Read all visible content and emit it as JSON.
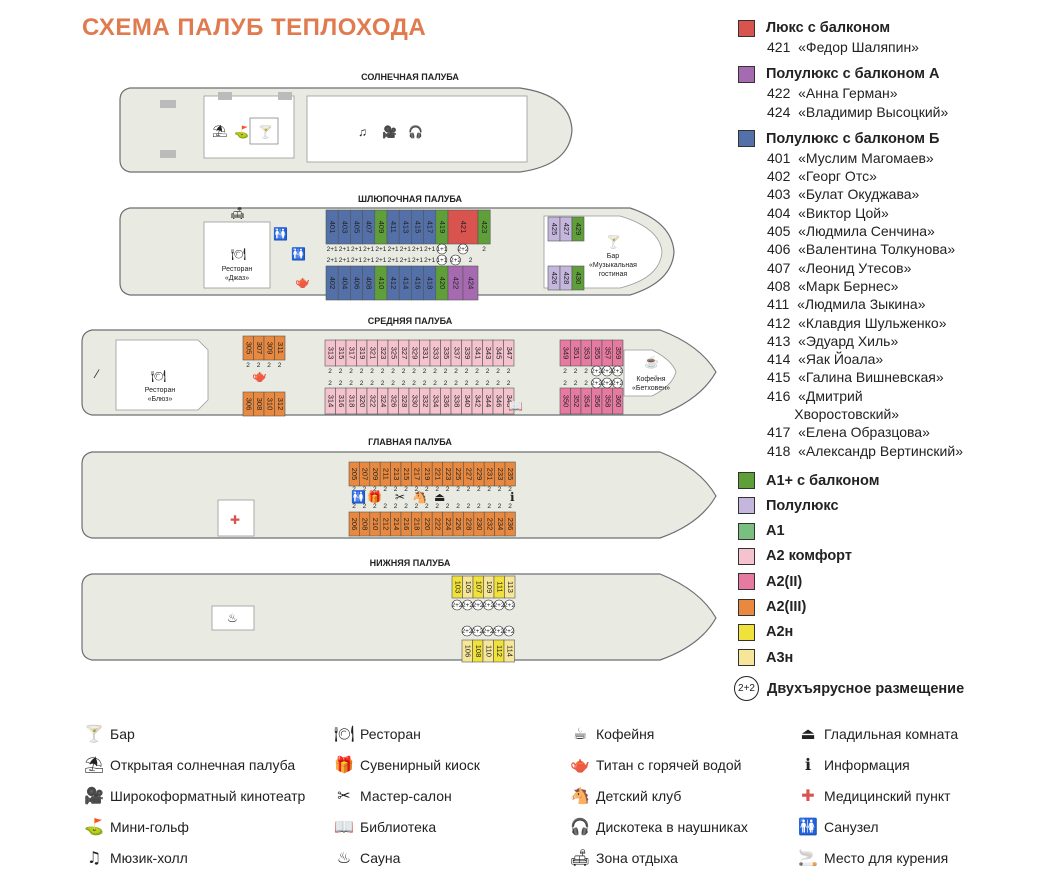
{
  "title": "СХЕМА ПАЛУБ ТЕПЛОХОДА",
  "decks": {
    "sun": "СОЛНЕЧНАЯ ПАЛУБА",
    "boat": "ШЛЮПОЧНАЯ ПАЛУБА",
    "middle": "СРЕДНЯЯ ПАЛУБА",
    "main": "ГЛАВНАЯ ПАЛУБА",
    "lower": "НИЖНЯЯ ПАЛУБА"
  },
  "places": {
    "rest_jazz": [
      "Ресторан",
      "«Джаз»"
    ],
    "bar_music": [
      "Бар",
      "«Музыкальная",
      "гостиная"
    ],
    "rest_blues": [
      "Ресторан",
      "«Блюз»"
    ],
    "cafe_beethoven": [
      "Кофейня",
      "«Бетховен»"
    ]
  },
  "colors": {
    "lux": "#d9534f",
    "semi_a": "#a66ab0",
    "semi_b": "#5470a8",
    "a1plus": "#5f9f3a",
    "semi": "#c4b6dc",
    "a1": "#7bbf80",
    "a2comfort": "#f5c3ce",
    "a2ii": "#e77aa0",
    "a2iii": "#e8893f",
    "a2n": "#f0e23a",
    "a3n": "#f6e69a"
  },
  "boat_deck": {
    "top": [
      {
        "n": "401",
        "c": "semi_b"
      },
      {
        "n": "403",
        "c": "semi_b"
      },
      {
        "n": "405",
        "c": "semi_b"
      },
      {
        "n": "407",
        "c": "semi_b"
      },
      {
        "n": "409",
        "c": "a1plus"
      },
      {
        "n": "411",
        "c": "semi_b"
      },
      {
        "n": "413",
        "c": "semi_b"
      },
      {
        "n": "415",
        "c": "semi_b"
      },
      {
        "n": "417",
        "c": "semi_b"
      },
      {
        "n": "419",
        "c": "a1plus"
      },
      {
        "n": "421",
        "c": "lux",
        "wide": true
      },
      {
        "n": "423",
        "c": "a1plus"
      }
    ],
    "bottom": [
      {
        "n": "402",
        "c": "semi_b"
      },
      {
        "n": "404",
        "c": "semi_b"
      },
      {
        "n": "406",
        "c": "semi_b"
      },
      {
        "n": "408",
        "c": "semi_b"
      },
      {
        "n": "410",
        "c": "a1plus"
      },
      {
        "n": "412",
        "c": "semi_b"
      },
      {
        "n": "414",
        "c": "semi_b"
      },
      {
        "n": "416",
        "c": "semi_b"
      },
      {
        "n": "418",
        "c": "semi_b"
      },
      {
        "n": "420",
        "c": "a1plus"
      },
      {
        "n": "422",
        "c": "semi_a"
      },
      {
        "n": "424",
        "c": "semi_a"
      }
    ],
    "top_beds": [
      "2+1",
      "2+1",
      "2+1",
      "2+1",
      "2+1",
      "2+1",
      "2+1",
      "2+1",
      "2+1",
      "1+1",
      "2+2",
      "2"
    ],
    "bottom_beds": [
      "2+1",
      "2+1",
      "2+1",
      "2+1",
      "2+1",
      "2+1",
      "2+1",
      "2+1",
      "2+1",
      "1+1",
      "2+2",
      "2"
    ],
    "fwd_top": [
      {
        "n": "425",
        "c": "semi"
      },
      {
        "n": "427",
        "c": "semi"
      },
      {
        "n": "429",
        "c": "a1plus"
      }
    ],
    "fwd_bottom": [
      {
        "n": "426",
        "c": "semi"
      },
      {
        "n": "428",
        "c": "semi"
      },
      {
        "n": "430",
        "c": "a1plus"
      }
    ]
  },
  "middle_deck": {
    "aft_top": [
      "305",
      "307",
      "309",
      "311"
    ],
    "aft_bottom": [
      "306",
      "308",
      "310",
      "312"
    ],
    "mid_top": [
      "313",
      "315",
      "317",
      "319",
      "321",
      "323",
      "325",
      "327",
      "329",
      "331",
      "333",
      "335",
      "337",
      "339",
      "341",
      "343",
      "345",
      "347"
    ],
    "mid_bottom": [
      "314",
      "316",
      "318",
      "320",
      "322",
      "324",
      "326",
      "328",
      "330",
      "332",
      "334",
      "336",
      "338",
      "340",
      "342",
      "344",
      "346",
      "348"
    ],
    "fwd_top": [
      "349",
      "351",
      "353",
      "355",
      "357",
      "359"
    ],
    "fwd_bottom": [
      "350",
      "352",
      "354",
      "356",
      "358",
      "360"
    ]
  },
  "main_deck": {
    "top": [
      "205",
      "207",
      "209",
      "211",
      "213",
      "215",
      "217",
      "219",
      "221",
      "223",
      "225",
      "227",
      "229",
      "231",
      "233",
      "235"
    ],
    "bottom": [
      "206",
      "208",
      "210",
      "212",
      "214",
      "216",
      "218",
      "220",
      "222",
      "224",
      "226",
      "228",
      "230",
      "232",
      "234",
      "236"
    ]
  },
  "lower_deck": {
    "top": [
      {
        "n": "103",
        "c": "a2n"
      },
      {
        "n": "105",
        "c": "a3n"
      },
      {
        "n": "107",
        "c": "a2n"
      },
      {
        "n": "109",
        "c": "a3n"
      },
      {
        "n": "111",
        "c": "a2n"
      },
      {
        "n": "113",
        "c": "a3n"
      }
    ],
    "bottom": [
      {
        "n": "106",
        "c": "a3n"
      },
      {
        "n": "108",
        "c": "a2n"
      },
      {
        "n": "110",
        "c": "a3n"
      },
      {
        "n": "112",
        "c": "a2n"
      },
      {
        "n": "114",
        "c": "a3n"
      }
    ]
  },
  "legend": {
    "groups": [
      {
        "title": "Люкс с балконом",
        "color": "#d9534f",
        "cabins": [
          "421  «Федор Шаляпин»"
        ]
      },
      {
        "title": "Полулюкс с балконом А",
        "color": "#a66ab0",
        "cabins": [
          "422  «Анна Герман»",
          "424  «Владимир Высоцкий»"
        ]
      },
      {
        "title": "Полулюкс с балконом Б",
        "color": "#5470a8",
        "cabins": [
          "401  «Муслим Магомаев»",
          "402  «Георг Отс»",
          "403  «Булат Окуджава»",
          "404  «Виктор Цой»",
          "405  «Людмила Сенчина»",
          "406  «Валентина Толкунова»",
          "407  «Леонид Утесов»",
          "408  «Марк Бернес»",
          "411  «Людмила Зыкина»",
          "412  «Клавдия Шульженко»",
          "413  «Эдуард Хиль»",
          "414  «Яак Йоала»",
          "415  «Галина Вишневская»",
          "416  «Дмитрий",
          "       Хворостовский»",
          "417  «Елена Образцова»",
          "418  «Александр Вертинский»"
        ]
      }
    ],
    "classes": [
      {
        "label": "А1+ с балконом",
        "color": "#5f9f3a"
      },
      {
        "label": "Полулюкс",
        "color": "#c4b6dc"
      },
      {
        "label": "А1",
        "color": "#7bbf80"
      },
      {
        "label": "А2 комфорт",
        "color": "#f5c3ce"
      },
      {
        "label": "А2(II)",
        "color": "#e77aa0"
      },
      {
        "label": "А2(III)",
        "color": "#e8893f"
      },
      {
        "label": "А2н",
        "color": "#f0e23a"
      },
      {
        "label": "А3н",
        "color": "#f6e69a"
      }
    ],
    "bunk_badge": "2+2",
    "bunk_label": "Двухъярусное размещение"
  },
  "icon_legend": [
    {
      "icon": "bar-icon",
      "glyph": "🍸",
      "label": "Бар"
    },
    {
      "icon": "sun-lounger-icon",
      "glyph": "⛱",
      "label": "Открытая солнечная палуба"
    },
    {
      "icon": "cinema-icon",
      "glyph": "🎥",
      "label": "Широкоформатный кинотеатр"
    },
    {
      "icon": "mini-golf-icon",
      "glyph": "⛳",
      "label": "Мини-гольф"
    },
    {
      "icon": "music-hall-icon",
      "glyph": "♫",
      "label": "Мюзик-холл"
    },
    {
      "icon": "restaurant-icon",
      "glyph": "🍽",
      "label": "Ресторан"
    },
    {
      "icon": "souvenir-icon",
      "glyph": "🎁",
      "label": "Сувенирный киоск"
    },
    {
      "icon": "master-salon-icon",
      "glyph": "✂",
      "label": "Мастер-салон"
    },
    {
      "icon": "library-icon",
      "glyph": "📖",
      "label": "Библиотека"
    },
    {
      "icon": "sauna-icon",
      "glyph": "♨",
      "label": "Сауна"
    },
    {
      "icon": "coffee-icon",
      "glyph": "☕",
      "label": "Кофейня"
    },
    {
      "icon": "hot-water-icon",
      "glyph": "🫖",
      "label": "Титан с горячей водой"
    },
    {
      "icon": "kids-club-icon",
      "glyph": "🐴",
      "label": "Детский клуб"
    },
    {
      "icon": "headphones-icon",
      "glyph": "🎧",
      "label": "Дискотека в наушниках"
    },
    {
      "icon": "rest-zone-icon",
      "glyph": "🛋",
      "label": "Зона отдыха"
    },
    {
      "icon": "iron-icon",
      "glyph": "⏏",
      "label": "Гладильная комната"
    },
    {
      "icon": "info-icon",
      "glyph": "ℹ",
      "label": "Информация"
    },
    {
      "icon": "medical-icon",
      "glyph": "✚",
      "label": "Медицинский пункт"
    },
    {
      "icon": "toilet-icon",
      "glyph": "🚻",
      "label": "Санузел"
    },
    {
      "icon": "smoking-icon",
      "glyph": "🚬",
      "label": "Место для курения"
    }
  ]
}
